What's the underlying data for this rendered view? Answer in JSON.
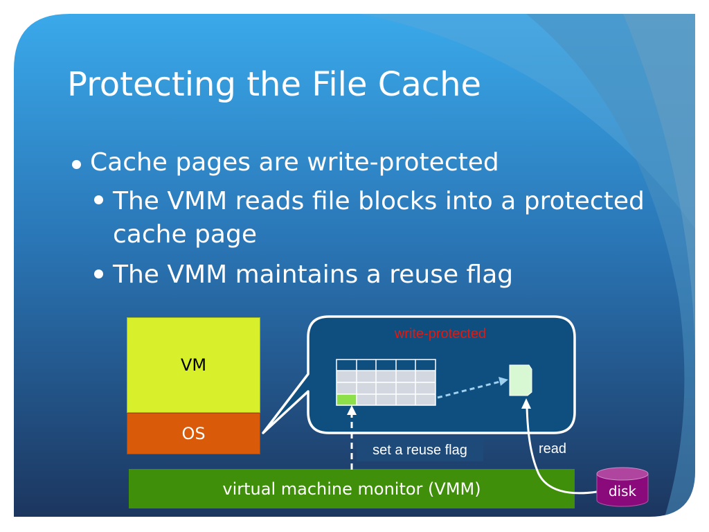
{
  "slide": {
    "title": "Protecting the File Cache",
    "bullets": [
      {
        "level": 1,
        "text": "Cache pages are write-protected"
      },
      {
        "level": 2,
        "lines": [
          "The VMM reads file blocks into a protected",
          "cache page"
        ]
      },
      {
        "level": 2,
        "lines": [
          "The VMM maintains a reuse flag"
        ]
      }
    ]
  },
  "diagram": {
    "vm_label": "VM",
    "os_label": "OS",
    "vmm_label": "virtual machine monitor (VMM)",
    "callout_label": "write-protected",
    "reuse_flag_label": "set a reuse flag",
    "read_label": "read",
    "disk_label": "disk"
  },
  "colors": {
    "background_dark": "#1c3a63",
    "background_light": "#36a6e8",
    "vm_box": "#d8ef2c",
    "os_box": "#d95a08",
    "vmm_bar": "#3f8f0a",
    "callout_fill": "#0f4f80",
    "disk": "#8a0a7c",
    "write_protected_text": "#e8170b",
    "flag_cell": "#8ee04a"
  }
}
